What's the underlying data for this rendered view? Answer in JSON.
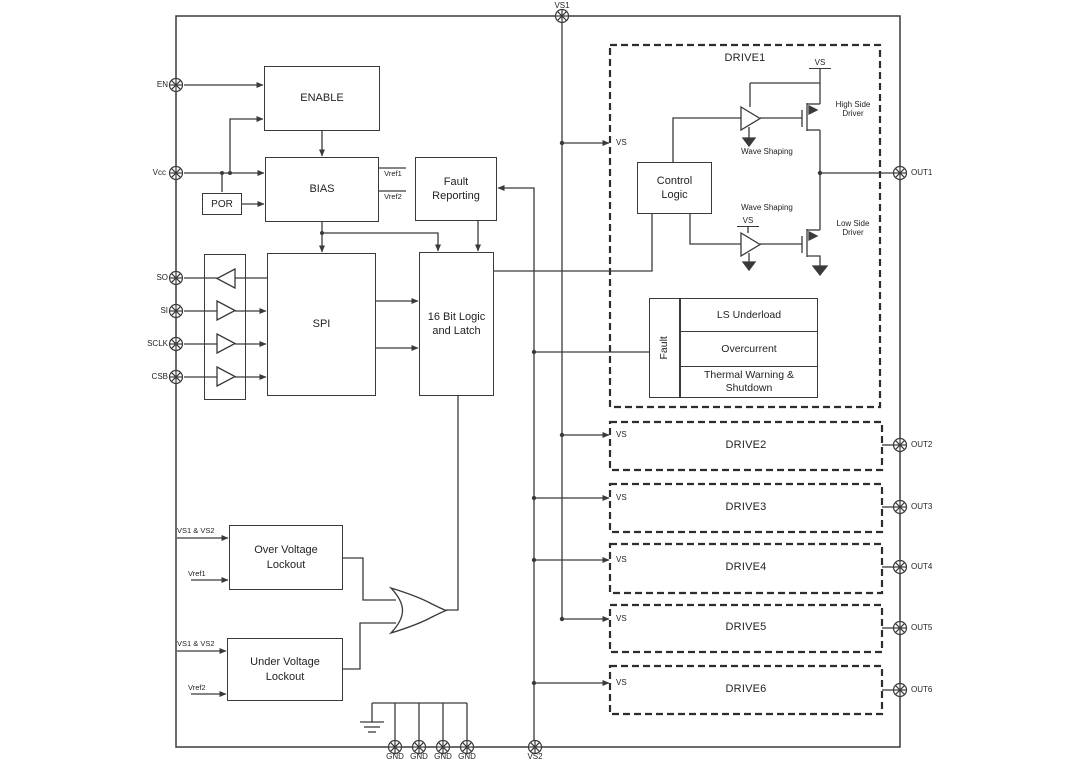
{
  "pins": {
    "vs1": "VS1",
    "vs2": "VS2",
    "en": "EN",
    "vcc": "Vcc",
    "so": "SO",
    "si": "SI",
    "sclk": "SCLK",
    "csb": "CSB",
    "gnd": "GND",
    "out1": "OUT1",
    "out2": "OUT2",
    "out3": "OUT3",
    "out4": "OUT4",
    "out5": "OUT5",
    "out6": "OUT6"
  },
  "blocks": {
    "enable": "ENABLE",
    "por": "POR",
    "bias": "BIAS",
    "fault_reporting": "Fault Reporting",
    "spi": "SPI",
    "logic": "16 Bit Logic and Latch",
    "control_logic": "Control Logic",
    "over_voltage": "Over Voltage Lockout",
    "under_voltage": "Under Voltage Lockout"
  },
  "drive1": {
    "label": "DRIVE1",
    "wave_shaping": "Wave Shaping",
    "high_side": "High Side Driver",
    "low_side": "Low Side Driver"
  },
  "drive_labels": [
    "DRIVE2",
    "DRIVE3",
    "DRIVE4",
    "DRIVE5",
    "DRIVE6"
  ],
  "fault_unit": {
    "label": "Fault",
    "cells": [
      "LS Underload",
      "Overcurrent",
      "Thermal Warning & Shutdown"
    ]
  },
  "signals": {
    "vs": "VS",
    "vref1": "Vref1",
    "vref2": "Vref2",
    "vs1_and_vs2": "VS1 & VS2"
  },
  "colors": {
    "line": "#3a3a3a",
    "background": "#ffffff",
    "text": "#232323"
  }
}
